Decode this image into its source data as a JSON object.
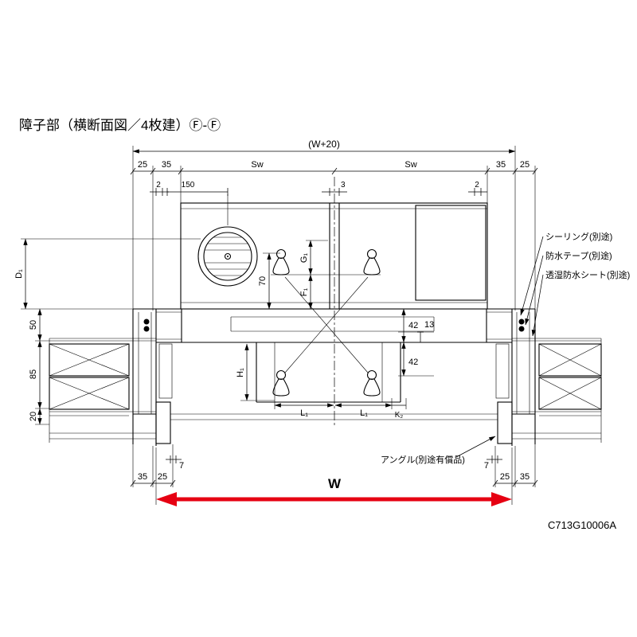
{
  "title": "障子部（横断面図／4枚建）Ⓕ-Ⓕ",
  "drawing_code": "C713G10006A",
  "dimensions": {
    "overall_top": "(W+20)",
    "top_row": [
      "25",
      "35",
      "Sw",
      "Sw",
      "35",
      "25"
    ],
    "detail_row": [
      "2",
      "150",
      "3",
      "2"
    ],
    "left_column": [
      "D₁",
      "50",
      "85",
      "20"
    ],
    "vertical_mid": [
      "70",
      "G₁",
      "F₁",
      "H₁"
    ],
    "right_mid": [
      "42",
      "13",
      "42"
    ],
    "bottom_mid": [
      "L₁",
      "L₁",
      "K₂"
    ],
    "bottom_small": [
      "7",
      "7"
    ],
    "bottom_left": [
      "35",
      "25"
    ],
    "bottom_right": [
      "25",
      "35"
    ],
    "overall_width": "W"
  },
  "callouts": {
    "sealing": "シーリング(別途)",
    "waterproof_tape": "防水テープ(別途)",
    "breathable_sheet": "透湿防水シート(別途)",
    "angle": "アングル(別途有償品)"
  },
  "colors": {
    "width_arrow": "#e60012",
    "line": "#000000",
    "background": "#ffffff"
  }
}
